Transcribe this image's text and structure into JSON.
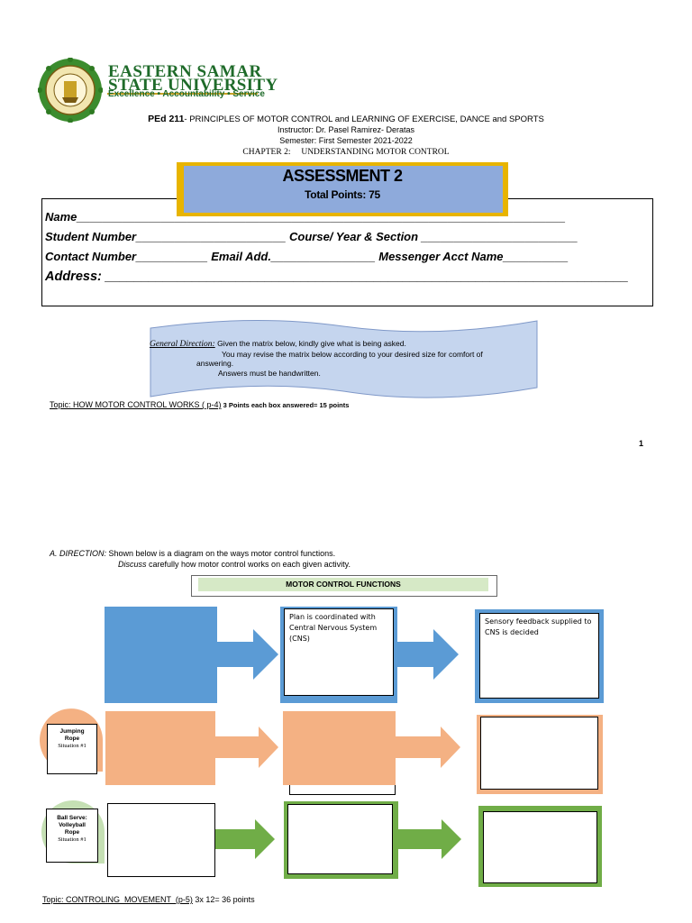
{
  "header": {
    "university_line1": "EASTERN SAMAR",
    "university_line2": "STATE UNIVERSITY",
    "motto": "Excellence • Accountability • Service",
    "course_code": "PEd 211",
    "course_title": "- PRINCIPLES OF MOTOR CONTROL and LEARNING OF EXERCISE, DANCE and SPORTS",
    "instructor": "Instructor: Dr. Pasel Ramirez- Deratas",
    "semester": "Semester: First Semester 2021-2022",
    "chapter": "CHAPTER 2:     UNDERSTANDING MOTOR CONTROL"
  },
  "assessment": {
    "title": "ASSESSMENT 2",
    "points": "Total Points: 75"
  },
  "student_info": {
    "name": "Name___________________________________________________________________________",
    "student_number": "Student Number_______________________ Course/ Year & Section ________________________",
    "contact": "Contact Number___________ Email Add.________________ Messenger Acct Name__________",
    "address": "Address: ________________________________________________________________________"
  },
  "general_direction": {
    "label": "General Direction:",
    "line1": " Given the matrix below, kindly give what is being asked.",
    "line2": "You may revise the matrix below according to your desired size for comfort of",
    "line3": "answering.",
    "line4": "Answers must be handwritten."
  },
  "topic1": {
    "label": "Topic: HOW MOTOR CONTROL WORKS ( p-4)",
    "score": " 3 Points each box answered= 15 points"
  },
  "page_number": "1",
  "direction_a": {
    "label": "A. DIRECTION:",
    "line1": " Shown below is a diagram on the ways motor control functions.",
    "line2_em": "Discuss",
    "line2": " carefully how motor control works on each given activity."
  },
  "diagram": {
    "title": "MOTOR CONTROL FUNCTIONS",
    "box_plan": "Plan is coordinated with Central Nervous System (CNS)",
    "box_sensory": "Sensory feedback supplied to CNS is decided",
    "row2_tag": [
      "Jumping",
      "Rope"
    ],
    "row2_situation": "Situation #1",
    "row3_tag": [
      "Ball Serve:",
      "Volleyball",
      "Rope"
    ],
    "row3_situation": "Situation #1"
  },
  "topic2": {
    "label": "Topic: CONTROLING  MOVEMENT  (p-5)",
    "score": " 3x 12= 36 points"
  },
  "colors": {
    "blue": "#5b9bd5",
    "salmon": "#f4b183",
    "green": "#70ad47",
    "gold": "#e8b400",
    "periwinkle": "#8eaadb",
    "scroll": "#c5d5ee"
  }
}
